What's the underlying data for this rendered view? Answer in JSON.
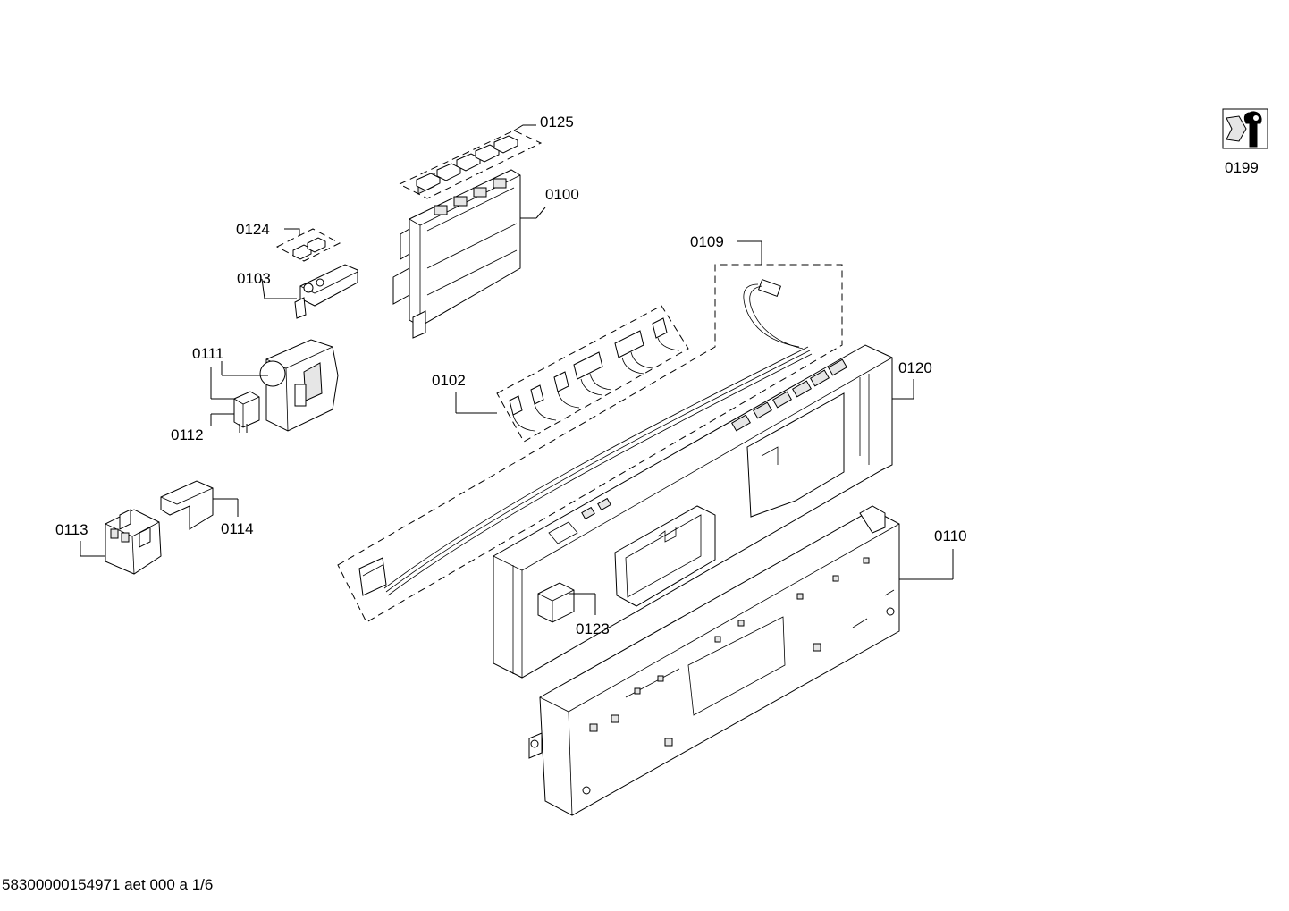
{
  "labels": {
    "p0125": "0125",
    "p0100": "0100",
    "p0124": "0124",
    "p0103": "0103",
    "p0109": "0109",
    "p0111": "0111",
    "p0102": "0102",
    "p0120": "0120",
    "p0112": "0112",
    "p0113": "0113",
    "p0114": "0114",
    "p0110": "0110",
    "p0123": "0123",
    "p0199": "0199"
  },
  "footer": "58300000154971 aet 000 a 1/6",
  "icons": {
    "service": "wrench-nut-icon"
  }
}
